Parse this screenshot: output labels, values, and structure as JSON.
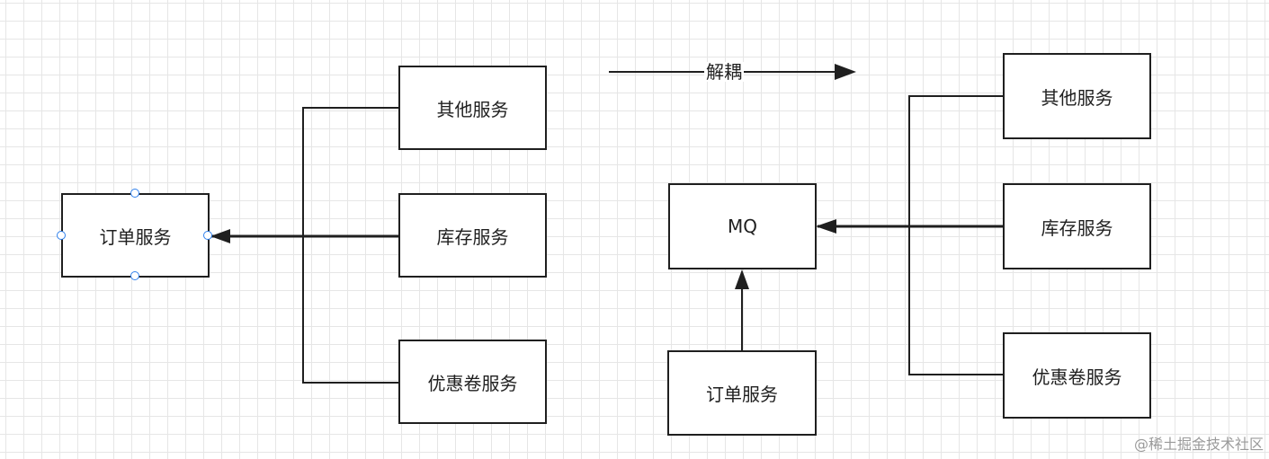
{
  "colors": {
    "stroke": "#1f1f1f",
    "selection": "#2f80ed",
    "grid": "#e6e6e6"
  },
  "left_diagram": {
    "order_service": "订单服务",
    "other_service": "其他服务",
    "inventory_service": "库存服务",
    "coupon_service": "优惠卷服务"
  },
  "decouple_arrow": {
    "label": "解耦"
  },
  "right_diagram": {
    "mq": "MQ",
    "order_service": "订单服务",
    "other_service": "其他服务",
    "inventory_service": "库存服务",
    "coupon_service": "优惠卷服务"
  },
  "watermark": "@稀土掘金技术社区"
}
